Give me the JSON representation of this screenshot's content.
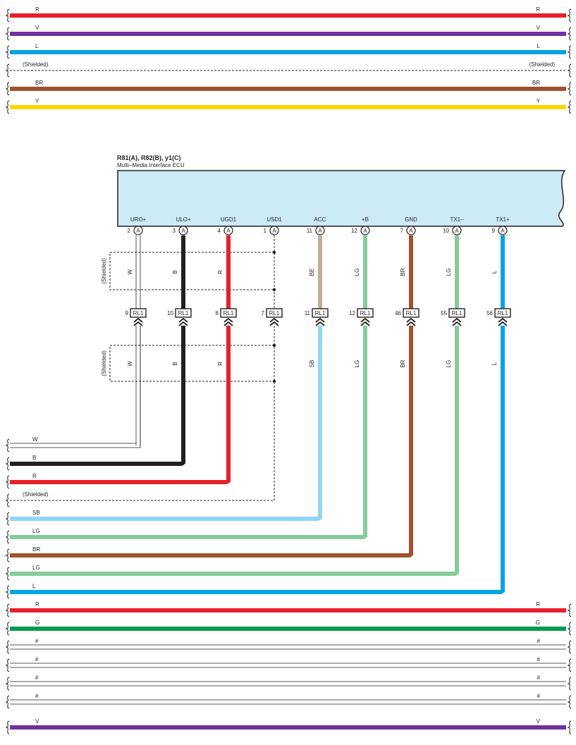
{
  "colors": {
    "R": "#e8202a",
    "V": "#7030a0",
    "L": "#00a5e3",
    "BR": "#a0522d",
    "Y": "#ffd400",
    "W": "#ffffff",
    "B": "#231f20",
    "BE": "#c2ad96",
    "SB": "#8fd6f5",
    "LG": "#86cc9a",
    "G": "#009b4c",
    "#": "#ffffff",
    "ecu_fill": "#cdeaf7",
    "outline": "#231f20"
  },
  "top_wires": [
    {
      "code": "R"
    },
    {
      "code": "V"
    },
    {
      "code": "L"
    },
    {
      "code": "(Shielded)",
      "shielded": true
    },
    {
      "code": "BR"
    },
    {
      "code": "Y"
    }
  ],
  "ecu": {
    "title": "R81(A), R82(B), y1(C)",
    "subtitle": "Multi–Media Interface ECU"
  },
  "pins": [
    {
      "label": "URO+",
      "pin": "2",
      "conn": "A",
      "wire_upper": "W",
      "wire_lower": "W",
      "rl_pin": "9",
      "rl": "RL1",
      "shielded_group": true
    },
    {
      "label": "ULO+",
      "pin": "3",
      "conn": "A",
      "wire_upper": "B",
      "wire_lower": "B",
      "rl_pin": "10",
      "rl": "RL1",
      "shielded_group": true
    },
    {
      "label": "UGD1",
      "pin": "4",
      "conn": "A",
      "wire_upper": "R",
      "wire_lower": "R",
      "rl_pin": "8",
      "rl": "RL1",
      "shielded_group": true
    },
    {
      "label": "USD1",
      "pin": "1",
      "conn": "A",
      "wire_upper": "",
      "wire_lower": "",
      "rl_pin": "7",
      "rl": "RL1",
      "shield_drain": true
    },
    {
      "label": "ACC",
      "pin": "11",
      "conn": "A",
      "wire_upper": "BE",
      "wire_lower": "SB",
      "rl_pin": "11",
      "rl": "RL1"
    },
    {
      "label": "+B",
      "pin": "12",
      "conn": "A",
      "wire_upper": "LG",
      "wire_lower": "LG",
      "rl_pin": "12",
      "rl": "RL1"
    },
    {
      "label": "GND",
      "pin": "7",
      "conn": "A",
      "wire_upper": "BR",
      "wire_lower": "BR",
      "rl_pin": "46",
      "rl": "RL1"
    },
    {
      "label": "TX1–",
      "pin": "10",
      "conn": "A",
      "wire_upper": "LG",
      "wire_lower": "LG",
      "rl_pin": "55",
      "rl": "RL1"
    },
    {
      "label": "TX1+",
      "pin": "9",
      "conn": "A",
      "wire_upper": "L",
      "wire_lower": "L",
      "rl_pin": "56",
      "rl": "RL1"
    }
  ],
  "shield_label": "(Shielded)",
  "bus_wires": [
    {
      "code": "W",
      "pin_index": 0
    },
    {
      "code": "B",
      "pin_index": 1
    },
    {
      "code": "R",
      "pin_index": 2
    },
    {
      "code": "(Shielded)",
      "pin_index": 3,
      "shielded": true
    },
    {
      "code": "SB",
      "pin_index": 4
    },
    {
      "code": "LG",
      "pin_index": 5
    },
    {
      "code": "BR",
      "pin_index": 6
    },
    {
      "code": "LG",
      "pin_index": 7
    },
    {
      "code": "L",
      "pin_index": 8
    }
  ],
  "bottom_wires": [
    {
      "code": "R"
    },
    {
      "code": "G"
    },
    {
      "code": "#"
    },
    {
      "code": "#"
    },
    {
      "code": "#"
    },
    {
      "code": "#"
    },
    {
      "code": "V",
      "gap_before": true
    }
  ]
}
